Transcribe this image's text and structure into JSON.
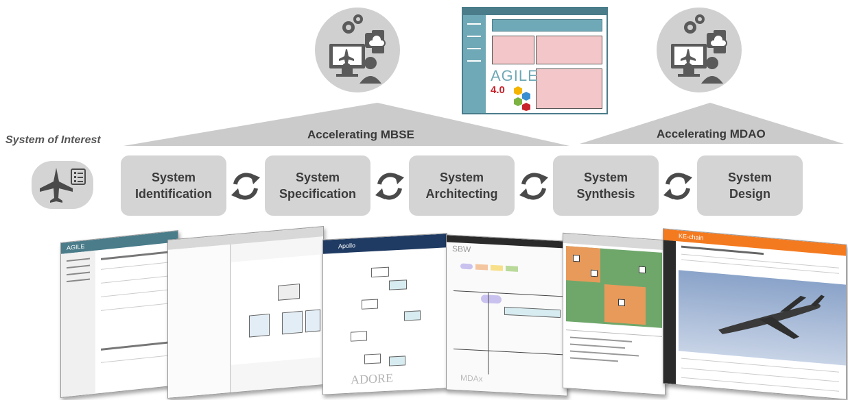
{
  "banners": {
    "mbse": "Accelerating MBSE",
    "mdao": "Accelerating MDAO"
  },
  "system_of_interest": "System of Interest",
  "stages": [
    {
      "line1": "System",
      "line2": "Identification"
    },
    {
      "line1": "System",
      "line2": "Specification"
    },
    {
      "line1": "System",
      "line2": "Architecting"
    },
    {
      "line1": "System",
      "line2": "Synthesis"
    },
    {
      "line1": "System",
      "line2": "Design"
    }
  ],
  "agile_logo": {
    "word": "AGILE",
    "version": "4.0"
  },
  "screenshots": {
    "agile_app": "AGILE",
    "apollo": "Apollo",
    "adore": "ADORE",
    "sbw": "SBW",
    "mdax": "MDAx",
    "kechain": "KE-chain"
  },
  "colors": {
    "stage_fill": "#d4d4d4",
    "banner_fill": "#c8c8c8",
    "icon_gray": "#5a5a5a",
    "cycle_gray": "#4a4a4a",
    "agile_teal": "#6fa8b6",
    "agile_pink": "#f3c7c9",
    "agile_red": "#c8232c",
    "kechain_orange": "#f47a20"
  }
}
